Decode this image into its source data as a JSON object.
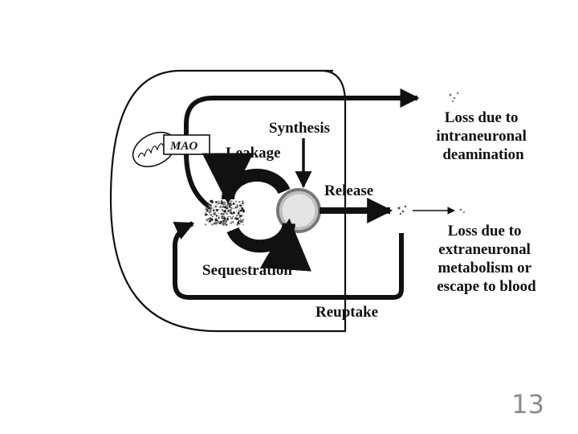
{
  "diagram": {
    "labels": {
      "synthesis": "Synthesis",
      "leakage": "Leakage",
      "release": "Release",
      "sequestration": "Sequestration",
      "reuptake": "Reuptake",
      "mao": "MAO",
      "loss_intraneuronal": [
        "Loss due to",
        "intraneuronal",
        "deamination"
      ],
      "loss_extraneuronal": [
        "Loss due to",
        "extraneuronal",
        "metabolism or",
        "escape to blood"
      ]
    },
    "colors": {
      "ink": "#111111",
      "vesicle": "#bdbdbd",
      "slide_number": "#8a8a8a"
    },
    "icons": [
      "mitochondrion-icon",
      "vesicle-icon",
      "molecule-dots-icon"
    ]
  },
  "slide": {
    "number": "13"
  }
}
